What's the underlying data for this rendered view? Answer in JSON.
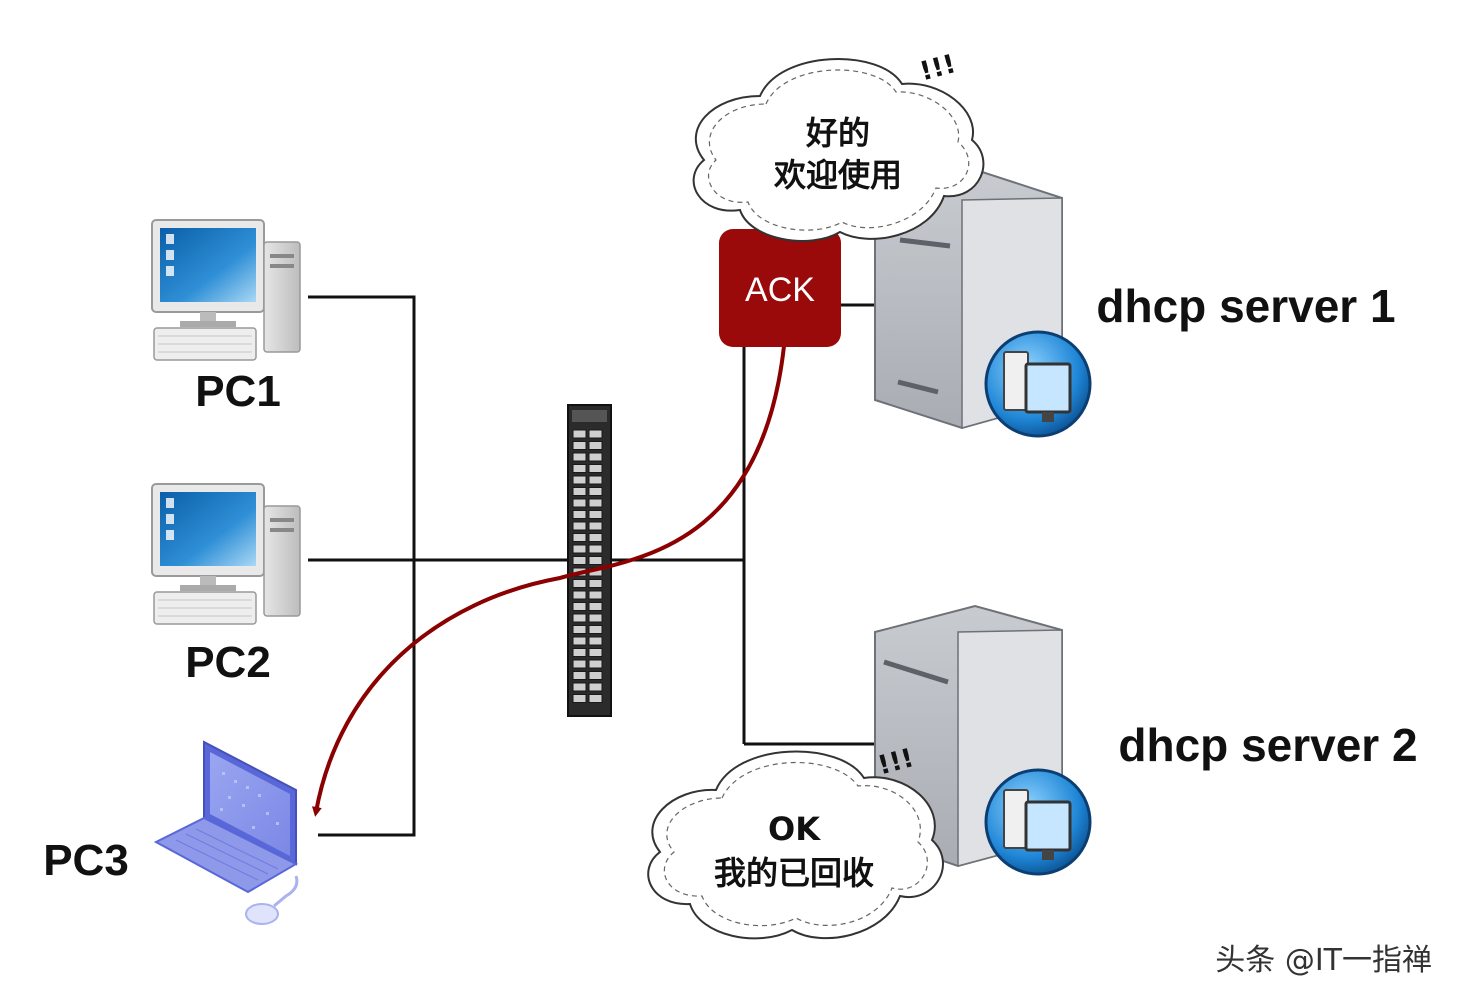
{
  "pcs": [
    {
      "label": "PC1"
    },
    {
      "label": "PC2"
    },
    {
      "label": "PC3"
    }
  ],
  "servers": [
    {
      "label": "dhcp server 1"
    },
    {
      "label": "dhcp server 2"
    }
  ],
  "packet": {
    "label": "ACK",
    "color": "#9b0a0a"
  },
  "bubble_server1": {
    "line1": "好的",
    "line2": "欢迎使用",
    "exclaim": "!!!"
  },
  "bubble_server2": {
    "line1": "OK",
    "line2": "我的已回收",
    "exclaim": "!!!"
  },
  "watermark": "头条 @IT一指禅",
  "colors": {
    "arrow": "#8b0000",
    "wire": "#111111"
  }
}
